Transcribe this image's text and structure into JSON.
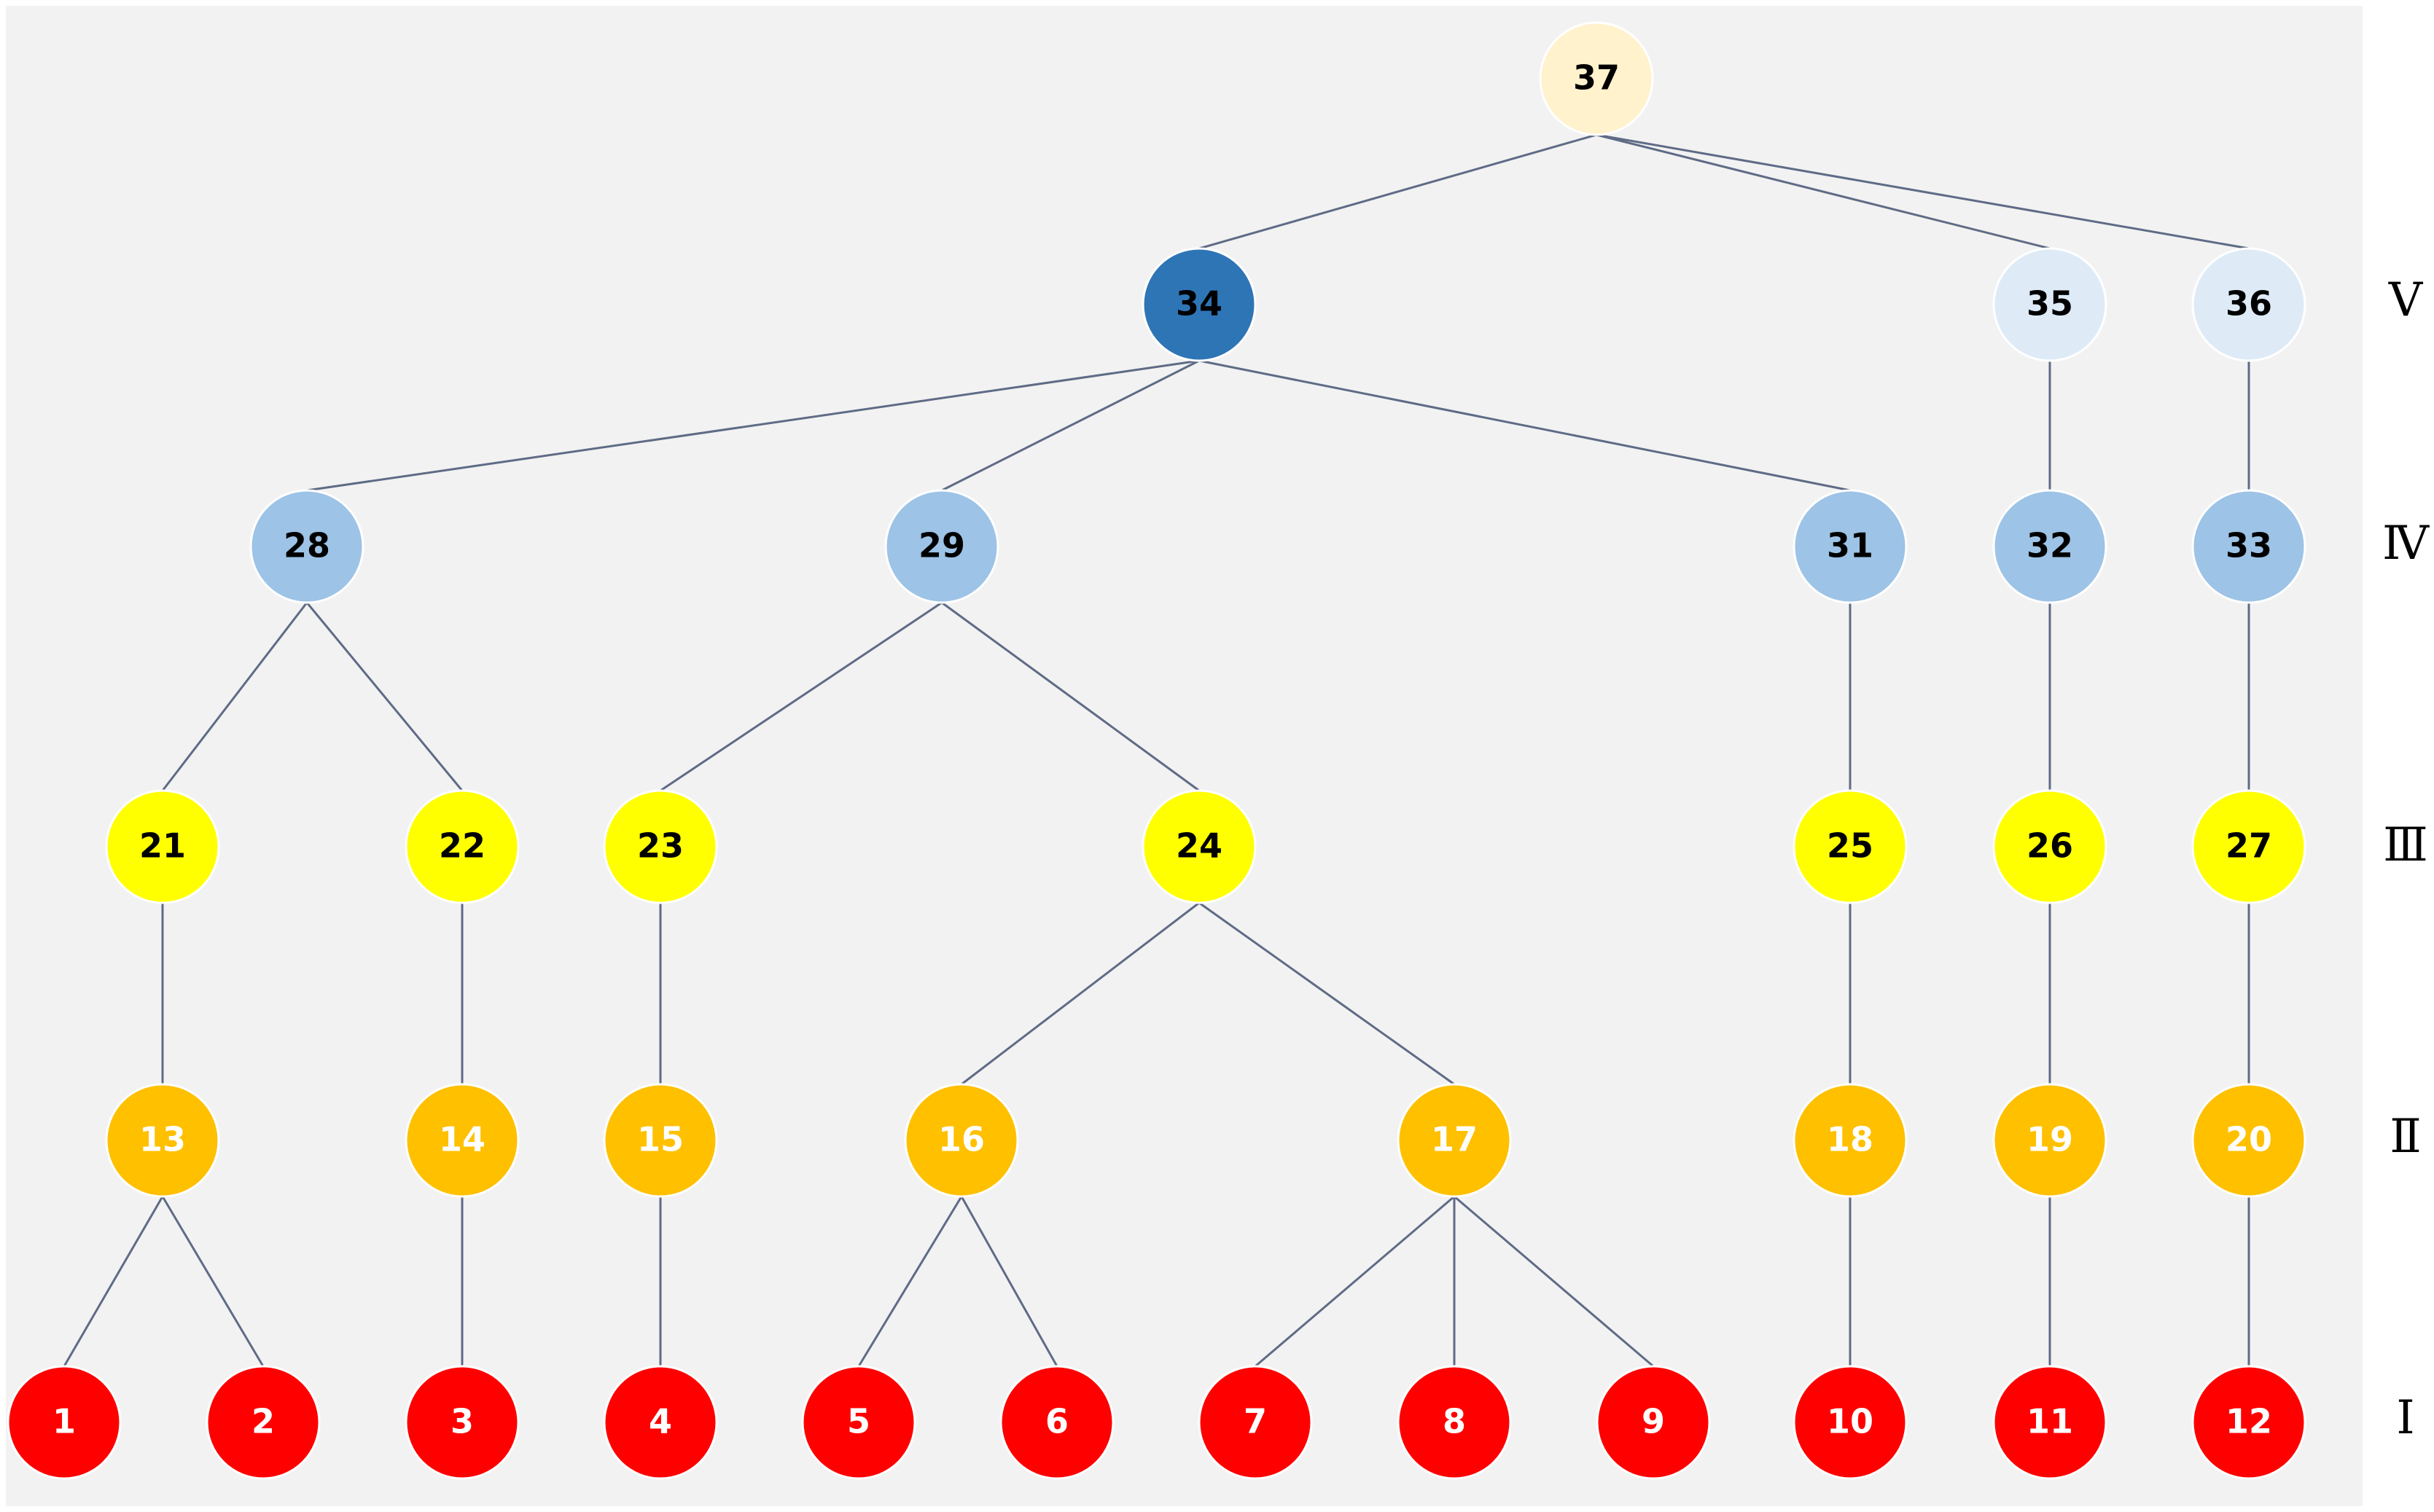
{
  "colors": {
    "panel_bg": "#f2f2f2",
    "edge": "#5f6b86",
    "level_I": "#ff0000",
    "level_II": "#ffc000",
    "level_III": "#ffff00",
    "level_IV": "#9dc3e6",
    "level_V_strong": "#2e75b6",
    "level_V_light": "#deebf7",
    "root": "#fff2cc"
  },
  "levels": [
    {
      "id": "V",
      "label": "Ⅴ"
    },
    {
      "id": "IV",
      "label": "Ⅳ"
    },
    {
      "id": "III",
      "label": "Ⅲ"
    },
    {
      "id": "II",
      "label": "Ⅱ"
    },
    {
      "id": "I",
      "label": "Ⅰ"
    }
  ],
  "nodes": [
    {
      "id": "37",
      "label": "37",
      "level": "root",
      "fill": "#fff2cc",
      "text_color": "#000000"
    },
    {
      "id": "34",
      "label": "34",
      "level": "V",
      "fill": "#2e75b6",
      "text_color": "#000000"
    },
    {
      "id": "35",
      "label": "35",
      "level": "V",
      "fill": "#deebf7",
      "text_color": "#000000"
    },
    {
      "id": "36",
      "label": "36",
      "level": "V",
      "fill": "#deebf7",
      "text_color": "#000000"
    },
    {
      "id": "28",
      "label": "28",
      "level": "IV",
      "fill": "#9dc3e6",
      "text_color": "#000000"
    },
    {
      "id": "29",
      "label": "29",
      "level": "IV",
      "fill": "#9dc3e6",
      "text_color": "#000000"
    },
    {
      "id": "31",
      "label": "31",
      "level": "IV",
      "fill": "#9dc3e6",
      "text_color": "#000000"
    },
    {
      "id": "32",
      "label": "32",
      "level": "IV",
      "fill": "#9dc3e6",
      "text_color": "#000000"
    },
    {
      "id": "33",
      "label": "33",
      "level": "IV",
      "fill": "#9dc3e6",
      "text_color": "#000000"
    },
    {
      "id": "21",
      "label": "21",
      "level": "III",
      "fill": "#ffff00",
      "text_color": "#000000"
    },
    {
      "id": "22",
      "label": "22",
      "level": "III",
      "fill": "#ffff00",
      "text_color": "#000000"
    },
    {
      "id": "23",
      "label": "23",
      "level": "III",
      "fill": "#ffff00",
      "text_color": "#000000"
    },
    {
      "id": "24",
      "label": "24",
      "level": "III",
      "fill": "#ffff00",
      "text_color": "#000000"
    },
    {
      "id": "25",
      "label": "25",
      "level": "III",
      "fill": "#ffff00",
      "text_color": "#000000"
    },
    {
      "id": "26",
      "label": "26",
      "level": "III",
      "fill": "#ffff00",
      "text_color": "#000000"
    },
    {
      "id": "27",
      "label": "27",
      "level": "III",
      "fill": "#ffff00",
      "text_color": "#000000"
    },
    {
      "id": "13",
      "label": "13",
      "level": "II",
      "fill": "#ffc000",
      "text_color": "#ffffff"
    },
    {
      "id": "14",
      "label": "14",
      "level": "II",
      "fill": "#ffc000",
      "text_color": "#ffffff"
    },
    {
      "id": "15",
      "label": "15",
      "level": "II",
      "fill": "#ffc000",
      "text_color": "#ffffff"
    },
    {
      "id": "16",
      "label": "16",
      "level": "II",
      "fill": "#ffc000",
      "text_color": "#ffffff"
    },
    {
      "id": "17",
      "label": "17",
      "level": "II",
      "fill": "#ffc000",
      "text_color": "#ffffff"
    },
    {
      "id": "18",
      "label": "18",
      "level": "II",
      "fill": "#ffc000",
      "text_color": "#ffffff"
    },
    {
      "id": "19",
      "label": "19",
      "level": "II",
      "fill": "#ffc000",
      "text_color": "#ffffff"
    },
    {
      "id": "20",
      "label": "20",
      "level": "II",
      "fill": "#ffc000",
      "text_color": "#ffffff"
    },
    {
      "id": "1",
      "label": "1",
      "level": "I",
      "fill": "#ff0000",
      "text_color": "#ffffff"
    },
    {
      "id": "2",
      "label": "2",
      "level": "I",
      "fill": "#ff0000",
      "text_color": "#ffffff"
    },
    {
      "id": "3",
      "label": "3",
      "level": "I",
      "fill": "#ff0000",
      "text_color": "#ffffff"
    },
    {
      "id": "4",
      "label": "4",
      "level": "I",
      "fill": "#ff0000",
      "text_color": "#ffffff"
    },
    {
      "id": "5",
      "label": "5",
      "level": "I",
      "fill": "#ff0000",
      "text_color": "#ffffff"
    },
    {
      "id": "6",
      "label": "6",
      "level": "I",
      "fill": "#ff0000",
      "text_color": "#ffffff"
    },
    {
      "id": "7",
      "label": "7",
      "level": "I",
      "fill": "#ff0000",
      "text_color": "#ffffff"
    },
    {
      "id": "8",
      "label": "8",
      "level": "I",
      "fill": "#ff0000",
      "text_color": "#ffffff"
    },
    {
      "id": "9",
      "label": "9",
      "level": "I",
      "fill": "#ff0000",
      "text_color": "#ffffff"
    },
    {
      "id": "10",
      "label": "10",
      "level": "I",
      "fill": "#ff0000",
      "text_color": "#ffffff"
    },
    {
      "id": "11",
      "label": "11",
      "level": "I",
      "fill": "#ff0000",
      "text_color": "#ffffff"
    },
    {
      "id": "12",
      "label": "12",
      "level": "I",
      "fill": "#ff0000",
      "text_color": "#ffffff"
    }
  ],
  "edges": [
    [
      "37",
      "34"
    ],
    [
      "37",
      "35"
    ],
    [
      "37",
      "36"
    ],
    [
      "34",
      "28"
    ],
    [
      "34",
      "29"
    ],
    [
      "34",
      "31"
    ],
    [
      "35",
      "32"
    ],
    [
      "36",
      "33"
    ],
    [
      "28",
      "21"
    ],
    [
      "28",
      "22"
    ],
    [
      "29",
      "23"
    ],
    [
      "29",
      "24"
    ],
    [
      "31",
      "25"
    ],
    [
      "32",
      "26"
    ],
    [
      "33",
      "27"
    ],
    [
      "21",
      "13"
    ],
    [
      "22",
      "14"
    ],
    [
      "23",
      "15"
    ],
    [
      "24",
      "16"
    ],
    [
      "24",
      "17"
    ],
    [
      "25",
      "18"
    ],
    [
      "26",
      "19"
    ],
    [
      "27",
      "20"
    ],
    [
      "13",
      "1"
    ],
    [
      "13",
      "2"
    ],
    [
      "14",
      "3"
    ],
    [
      "15",
      "4"
    ],
    [
      "16",
      "5"
    ],
    [
      "16",
      "6"
    ],
    [
      "17",
      "7"
    ],
    [
      "17",
      "8"
    ],
    [
      "17",
      "9"
    ],
    [
      "18",
      "10"
    ],
    [
      "19",
      "11"
    ],
    [
      "20",
      "12"
    ]
  ]
}
